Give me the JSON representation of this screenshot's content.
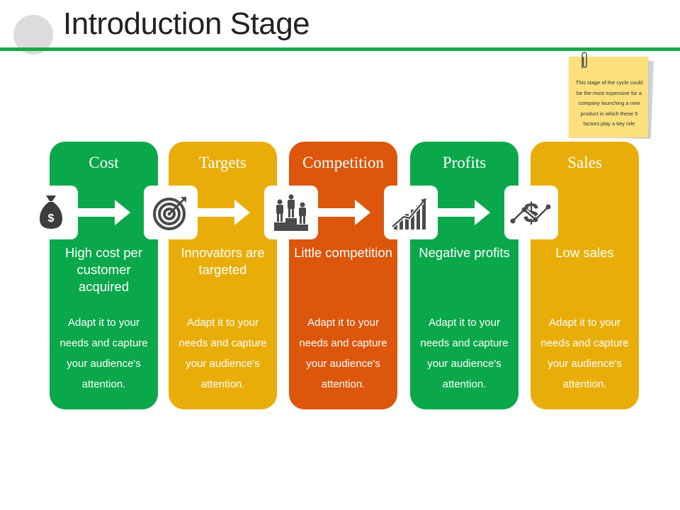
{
  "title": "Introduction Stage",
  "note": {
    "text": "This stage of the cycle could be the most expensive for a company launching a new product in which these 5 factors play a key role"
  },
  "stages": [
    {
      "heading": "Cost",
      "label": "High cost per customer acquired",
      "description": "Adapt it to your needs and capture your audience's attention.",
      "icon": "money-bag-icon",
      "color": "#0aa84a"
    },
    {
      "heading": "Targets",
      "label": "Innovators are targeted",
      "description": "Adapt it to your needs and capture your audience's attention.",
      "icon": "target-icon",
      "color": "#e9ad09"
    },
    {
      "heading": "Competition",
      "label": "Little competition",
      "description": "Adapt it to your needs and capture your audience's attention.",
      "icon": "podium-people-icon",
      "color": "#dc560b"
    },
    {
      "heading": "Profits",
      "label": "Negative profits",
      "description": "Adapt it to your needs and capture your audience's attention.",
      "icon": "bar-chart-icon",
      "color": "#0aa84a"
    },
    {
      "heading": "Sales",
      "label": "Low sales",
      "description": "Adapt it to your needs and capture your audience's attention.",
      "icon": "dollar-trend-icon",
      "color": "#e9ad09"
    }
  ]
}
